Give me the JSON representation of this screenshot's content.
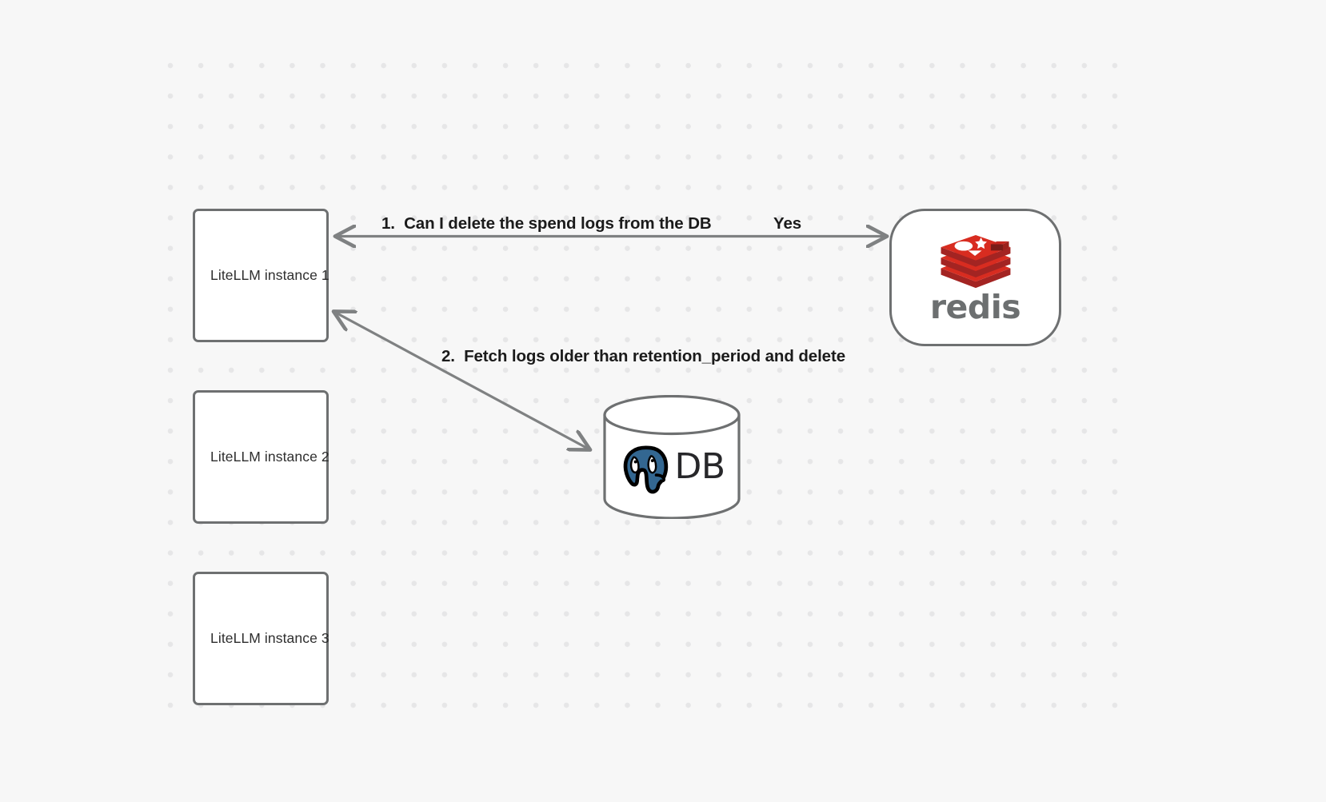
{
  "diagram": {
    "title": "LiteLLM spend log deletion flow",
    "background_color": "#f7f7f7",
    "dot_color": "#e6e6e7",
    "node_border_color": "#6e7071",
    "edge_color": "#7f8182",
    "nodes": [
      {
        "id": "instance-1",
        "label": "LiteLLM instance 1",
        "type": "box"
      },
      {
        "id": "instance-2",
        "label": "LiteLLM instance 2",
        "type": "box"
      },
      {
        "id": "instance-3",
        "label": "LiteLLM instance 3",
        "type": "box"
      },
      {
        "id": "redis",
        "label": "redis",
        "type": "rounded",
        "logo": "redis-logo-icon",
        "brand_color": "#d3222a"
      },
      {
        "id": "database",
        "label": "DB",
        "type": "cylinder",
        "logo": "postgresql-elephant-icon",
        "brand_color": "#336791"
      }
    ],
    "edges": [
      {
        "id": "edge-1",
        "from": "redis",
        "to": "instance-1",
        "label": "1.  Can I delete the spend logs from the DB",
        "reply_label": "Yes",
        "direction": "bidirectional"
      },
      {
        "id": "edge-2",
        "from": "instance-1",
        "to": "database",
        "label": "2.  Fetch logs older than retention_period and delete",
        "direction": "bidirectional"
      }
    ]
  }
}
